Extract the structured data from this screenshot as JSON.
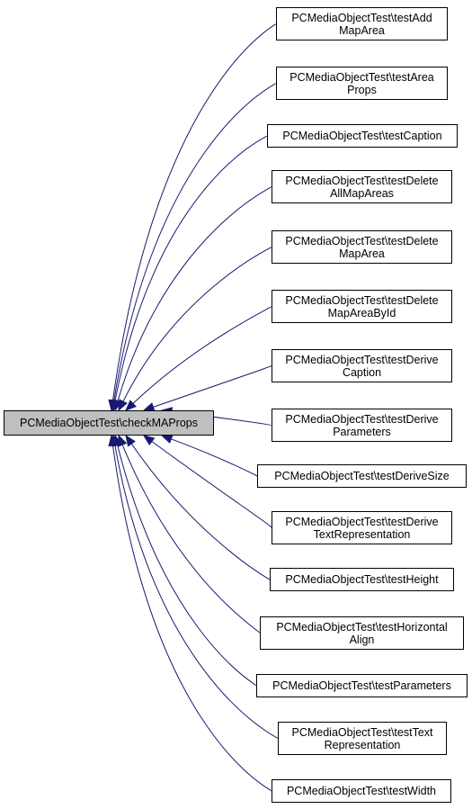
{
  "colors": {
    "edge": "#191970",
    "focus_fill": "#bfbfbf",
    "node_fill": "#ffffff",
    "border": "#000000"
  },
  "focus_node": {
    "label": "PCMediaObjectTest\\checkMAProps"
  },
  "caller_nodes": [
    {
      "label": "PCMediaObjectTest\\testAdd\nMapArea"
    },
    {
      "label": "PCMediaObjectTest\\testArea\nProps"
    },
    {
      "label": "PCMediaObjectTest\\testCaption"
    },
    {
      "label": "PCMediaObjectTest\\testDelete\nAllMapAreas"
    },
    {
      "label": "PCMediaObjectTest\\testDelete\nMapArea"
    },
    {
      "label": "PCMediaObjectTest\\testDelete\nMapAreaById"
    },
    {
      "label": "PCMediaObjectTest\\testDerive\nCaption"
    },
    {
      "label": "PCMediaObjectTest\\testDerive\nParameters"
    },
    {
      "label": "PCMediaObjectTest\\testDeriveSize"
    },
    {
      "label": "PCMediaObjectTest\\testDerive\nTextRepresentation"
    },
    {
      "label": "PCMediaObjectTest\\testHeight"
    },
    {
      "label": "PCMediaObjectTest\\testHorizontal\nAlign"
    },
    {
      "label": "PCMediaObjectTest\\testParameters"
    },
    {
      "label": "PCMediaObjectTest\\testText\nRepresentation"
    },
    {
      "label": "PCMediaObjectTest\\testWidth"
    }
  ]
}
